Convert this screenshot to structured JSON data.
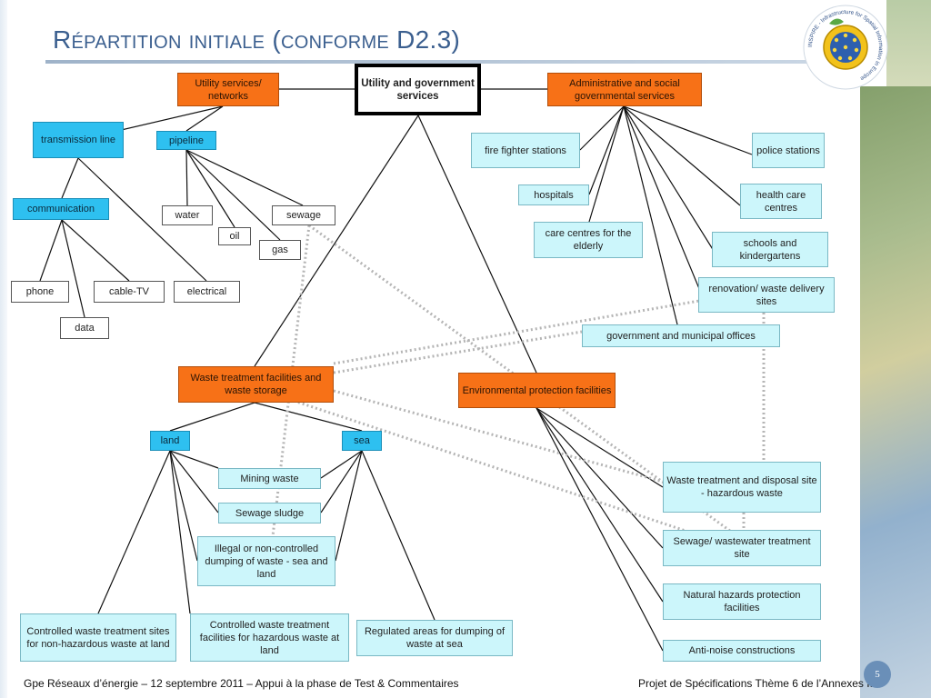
{
  "title": "Répartition initiale (conforme D2.3)",
  "logo": {
    "ring_text": "INSPIRE - Infrastructure for Spatial Information in Europe"
  },
  "nodes": {
    "root": "Utility and government services",
    "utility": "Utility services/ networks",
    "admin": "Administrative and social governmental services",
    "transmission": "transmission line",
    "pipeline": "pipeline",
    "communication": "communication",
    "water": "water",
    "sewage": "sewage",
    "oil": "oil",
    "gas": "gas",
    "phone": "phone",
    "cabletv": "cable-TV",
    "electrical": "electrical",
    "data": "data",
    "firefighter": "fire fighter stations",
    "hospitals": "hospitals",
    "carecentres": "care centres for the elderly",
    "police": "police stations",
    "healthcare": "health care centres",
    "schools": "schools and kindergartens",
    "renovation": "renovation/ waste delivery sites",
    "govoffices": "government and municipal offices",
    "wastetreat": "Waste treatment facilities and waste storage",
    "envprot": "Environmental protection facilities",
    "land": "land",
    "sea": "sea",
    "mining": "Mining waste",
    "sludge": "Sewage sludge",
    "illegal": "Illegal or non-controlled dumping of waste - sea and land",
    "ctrl_nonhaz": "Controlled waste treatment sites for non-hazardous waste at land",
    "ctrl_haz": "Controlled waste treatment facilities for hazardous waste at land",
    "regulated": "Regulated areas for dumping of waste at sea",
    "hazsite": "Waste treatment and disposal site - hazardous waste",
    "wastewater": "Sewage/ wastewater treatment site",
    "natural": "Natural hazards protection facilities",
    "antinoise": "Anti-noise constructions"
  },
  "footer": {
    "left": "Gpe Réseaux d’énergie – 12 septembre  2011 – Appui à la phase de Test & Commentaires",
    "right": "Projet de Spécifications Thème 6 de l’Annexes III",
    "page": "5"
  },
  "colors": {
    "orange": "#f77117",
    "cyan_light": "#ccf6fb",
    "cyan_dark": "#2ec0f0",
    "title": "#3b5f8f"
  }
}
